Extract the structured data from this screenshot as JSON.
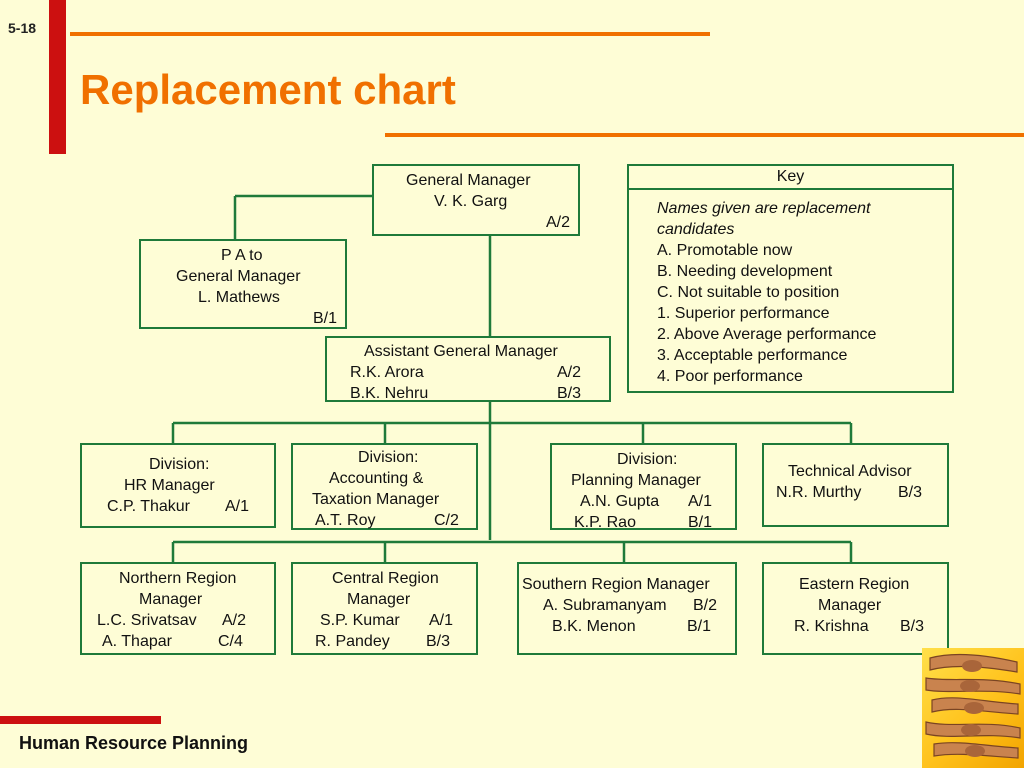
{
  "slide_number": "5-18",
  "title": "Replacement chart",
  "footer": "Human Resource Planning",
  "general_manager": {
    "role": "General Manager",
    "name": "V. K. Garg",
    "rating": "A/2"
  },
  "pa": {
    "line1": "P A to",
    "line2": "General Manager",
    "name": "L. Mathews",
    "rating": "B/1"
  },
  "agm": {
    "role": "Assistant General Manager",
    "candidates": [
      {
        "name": "R.K. Arora",
        "rating": "A/2"
      },
      {
        "name": "B.K. Nehru",
        "rating": "B/3"
      }
    ]
  },
  "divisions": {
    "hr": {
      "line1": "Division:",
      "line2": "HR Manager",
      "name": "C.P. Thakur",
      "rating": "A/1"
    },
    "accounting": {
      "line1": "Division:",
      "line2": "Accounting  &",
      "line3": "Taxation Manager",
      "name": "A.T. Roy",
      "rating": "C/2"
    },
    "planning": {
      "line1": "Division:",
      "line2": "Planning Manager",
      "name1": "A.N. Gupta",
      "rating1": "A/1",
      "name2": "K.P. Rao",
      "rating2": "B/1"
    },
    "technical": {
      "line1": "Technical  Advisor",
      "name": "N.R. Murthy",
      "rating": "B/3"
    }
  },
  "regions": {
    "northern": {
      "line1": "Northern Region",
      "line2": "Manager",
      "name1": "L.C. Srivatsav",
      "rating1": "A/2",
      "name2": "A. Thapar",
      "rating2": "C/4"
    },
    "central": {
      "line1": "Central Region",
      "line2": "Manager",
      "name1": "S.P. Kumar",
      "rating1": "A/1",
      "name2": "R. Pandey",
      "rating2": "B/3"
    },
    "southern": {
      "line1": "Southern Region Manager",
      "name1": "A. Subramanyam",
      "rating1": "B/2",
      "name2": "B.K. Menon",
      "rating2": "B/1"
    },
    "eastern": {
      "line1": "Eastern Region",
      "line2": "Manager",
      "name": "R. Krishna",
      "rating": "B/3"
    }
  },
  "key": {
    "title": "Key",
    "intro1": "Names given are replacement",
    "intro2": "candidates",
    "items": [
      "A.  Promotable now",
      "B.  Needing development",
      "C.  Not suitable to position",
      "1.  Superior performance",
      "2.  Above  Average  performance",
      "3.  Acceptable performance",
      "4.  Poor performance"
    ]
  },
  "colors": {
    "background": "#fefdd6",
    "accent_orange": "#f07000",
    "accent_red": "#cc1010",
    "box_border": "#1f7a3a"
  },
  "icons": {
    "photo": "linked-hands-photo"
  }
}
